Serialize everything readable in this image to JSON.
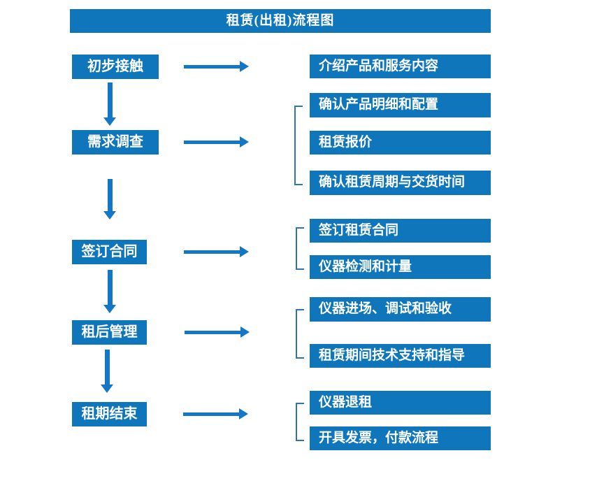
{
  "title": "租赁(出租)流程图",
  "colors": {
    "box_fill": "#0F76BC",
    "arrow": "#1377C5",
    "bracket": "#2E75B6",
    "text": "#FFFFFF",
    "background": "#FFFFFF"
  },
  "flow": [
    {
      "step": "初步接触",
      "details": [
        "介绍产品和服务内容"
      ]
    },
    {
      "step": "需求调查",
      "details": [
        "确认产品明细和配置",
        "租赁报价",
        "确认租赁周期与交货时间"
      ]
    },
    {
      "step": "签订合同",
      "details": [
        "签订租赁合同",
        "仪器检测和计量"
      ]
    },
    {
      "step": "租后管理",
      "details": [
        "仪器进场、调试和验收",
        "租赁期间技术支持和指导"
      ]
    },
    {
      "step": "租期结束",
      "details": [
        "仪器退租",
        "开具发票，付款流程"
      ]
    }
  ]
}
